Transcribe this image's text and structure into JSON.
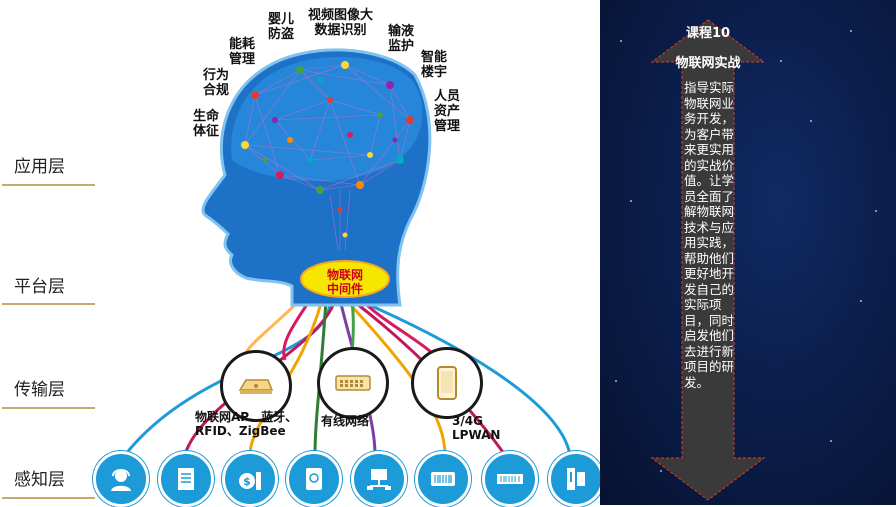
{
  "layers": [
    "应用层",
    "平台层",
    "传输层",
    "感知层"
  ],
  "applications": [
    {
      "id": "infant-antitheft",
      "label": "婴儿\n防盗"
    },
    {
      "id": "video-recognition",
      "label": "视频图像大\n数据识别"
    },
    {
      "id": "infusion-monitor",
      "label": "输液\n监护"
    },
    {
      "id": "energy-management",
      "label": "能耗\n管理"
    },
    {
      "id": "smart-building",
      "label": "智能\n楼宇"
    },
    {
      "id": "behavior-compliance",
      "label": "行为\n合规"
    },
    {
      "id": "personnel-assets",
      "label": "人员\n资产\n管理"
    },
    {
      "id": "vital-signs",
      "label": "生命\n体征"
    }
  ],
  "middleware_label": "物联网\n中间件",
  "transport": [
    {
      "id": "ap",
      "label": "物联网AP、蓝牙、\nRFID、ZigBee",
      "icon": "router-icon"
    },
    {
      "id": "wired",
      "label": "有线网络",
      "icon": "switch-icon"
    },
    {
      "id": "cellular",
      "label": "3/4G\nLPWAN",
      "icon": "phone-icon"
    }
  ],
  "sensors": [
    "headset-icon",
    "document-icon",
    "money-icon",
    "tablet-icon",
    "network-icon",
    "barcode-reader-icon",
    "barcode-tag-icon",
    "scanner-icon"
  ],
  "course": {
    "title": "课程10",
    "name": "物联网实战",
    "description": "指导实际物联网业务开发，为客户带来更实用的实战价值。让学员全面了解物联网技术与应用实践，帮助他们更好地开发自己的实际项目，同时启发他们去进行新项目的研发。"
  },
  "colors": {
    "head_blue": "#1d72c8",
    "sensor_blue": "#1d9ad8",
    "panel_bg": "#0a1c47",
    "middleware_yellow": "#f7e600",
    "middleware_text": "#d0021b"
  }
}
